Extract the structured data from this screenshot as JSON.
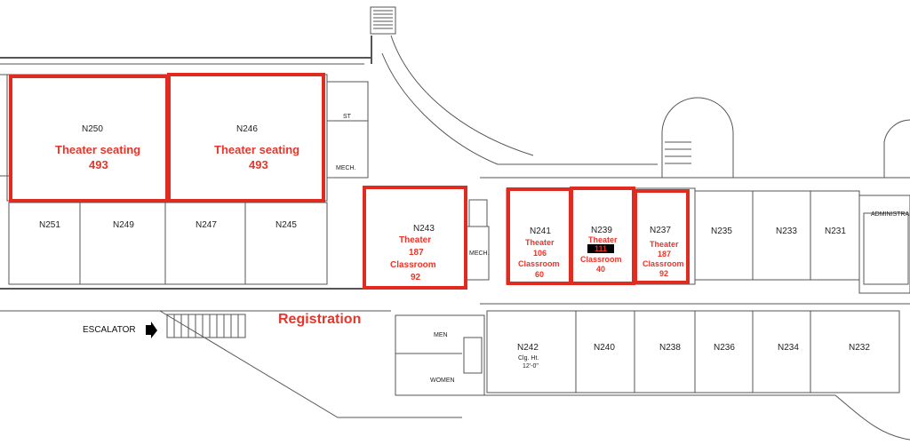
{
  "rooms": {
    "n250": {
      "number": "N250",
      "desc": "Theater seating",
      "capacity": "493"
    },
    "n246": {
      "number": "N246",
      "desc": "Theater seating",
      "capacity": "493"
    },
    "n251": "N251",
    "n249": "N249",
    "n247": "N247",
    "n245": "N245",
    "n243": {
      "number": "N243",
      "line1": "Theater",
      "line2": "187",
      "line3": "Classroom",
      "line4": "92"
    },
    "n241": {
      "number": "N241",
      "line1": "Theater",
      "line2": "106",
      "line3": "Classroom",
      "line4": "60"
    },
    "n239": {
      "number": "N239",
      "line1": "Theater",
      "line2": "111",
      "line3": "Classroom",
      "line4": "40"
    },
    "n237": {
      "number": "N237",
      "line1": "Theater",
      "line2": "187",
      "line3": "Classroom",
      "line4": "92"
    },
    "n235": "N235",
    "n233": "N233",
    "n231": "N231",
    "n242": {
      "number": "N242",
      "note1": "Clg. Ht.",
      "note2": "12'-0\""
    },
    "n240": "N240",
    "n238": "N238",
    "n236": "N236",
    "n234": "N234",
    "n232": "N232"
  },
  "labels": {
    "registration": "Registration",
    "escalator": "ESCALATOR",
    "men": "MEN",
    "women": "WOMEN",
    "mech": "MECH.",
    "mech2": "MECH.",
    "st": "ST",
    "admin": "ADMINISTRA"
  },
  "colors": {
    "highlight": "#e8352a",
    "wall": "#444444"
  }
}
